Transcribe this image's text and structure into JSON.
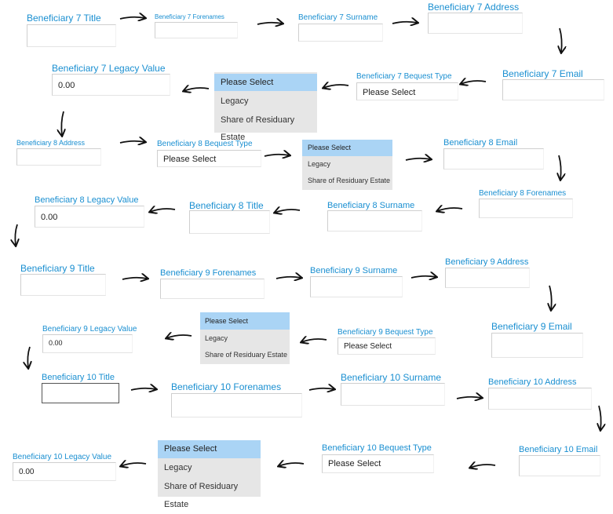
{
  "b7": {
    "title_label": "Beneficiary 7 Title",
    "forenames_label": "Beneficiary 7 Forenames",
    "surname_label": "Beneficiary 7 Surname",
    "address_label": "Beneficiary 7 Address",
    "email_label": "Beneficiary 7 Email",
    "bequest_label": "Beneficiary 7 Bequest Type",
    "bequest_value": "Please Select",
    "legacy_label": "Beneficiary 7 Legacy Value",
    "legacy_value": "0.00",
    "options": [
      "Please Select",
      "Legacy",
      "Share of Residuary Estate"
    ]
  },
  "b8": {
    "address_label": "Beneficiary 8 Address",
    "bequest_label": "Beneficiary 8 Bequest Type",
    "bequest_value": "Please Select",
    "email_label": "Beneficiary 8 Email",
    "forenames_label": "Beneficiary 8 Forenames",
    "surname_label": "Beneficiary 8 Surname",
    "title_label": "Beneficiary 8 Title",
    "legacy_label": "Beneficiary 8 Legacy Value",
    "legacy_value": "0.00",
    "options": [
      "Please Select",
      "Legacy",
      "Share of Residuary Estate"
    ]
  },
  "b9": {
    "title_label": "Beneficiary 9 Title",
    "forenames_label": "Beneficiary 9 Forenames",
    "surname_label": "Beneficiary 9 Surname",
    "address_label": "Beneficiary 9 Address",
    "email_label": "Beneficiary 9 Email",
    "bequest_label": "Beneficiary 9 Bequest Type",
    "bequest_value": "Please Select",
    "legacy_label": "Beneficiary 9 Legacy Value",
    "legacy_value": "0.00",
    "options": [
      "Please Select",
      "Legacy",
      "Share of Residuary Estate"
    ]
  },
  "b10": {
    "title_label": "Beneficiary 10 Title",
    "forenames_label": "Beneficiary 10 Forenames",
    "surname_label": "Beneficiary 10 Surname",
    "address_label": "Beneficiary 10 Address",
    "email_label": "Beneficiary 10 Email",
    "bequest_label": "Beneficiary 10 Bequest Type",
    "bequest_value": "Please Select",
    "legacy_label": "Beneficiary 10 Legacy Value",
    "legacy_value": "0.00",
    "options": [
      "Please Select",
      "Legacy",
      "Share of Residuary Estate"
    ]
  },
  "colors": {
    "label": "#1a8fd1",
    "selected_option": "#aad4f5",
    "dropdown_bg": "#e6e6e6"
  },
  "icons": {
    "flow": "flow-arrow-icon"
  }
}
